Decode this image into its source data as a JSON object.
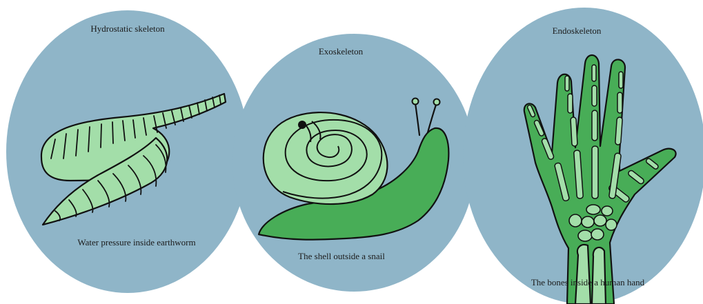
{
  "panels": [
    {
      "title": "Hydrostatic skeleton",
      "caption": "Water pressure inside earthworm",
      "illustration": "earthworm"
    },
    {
      "title": "Exoskeleton",
      "caption": "The shell outside a snail",
      "illustration": "snail"
    },
    {
      "title": "Endoskeleton",
      "caption": "The bones inside a human hand",
      "illustration": "hand-skeleton"
    }
  ],
  "colors": {
    "circle": "#8fb5c8",
    "light_green": "#a3dea9",
    "dark_green": "#48ad57",
    "outline": "#111111"
  }
}
